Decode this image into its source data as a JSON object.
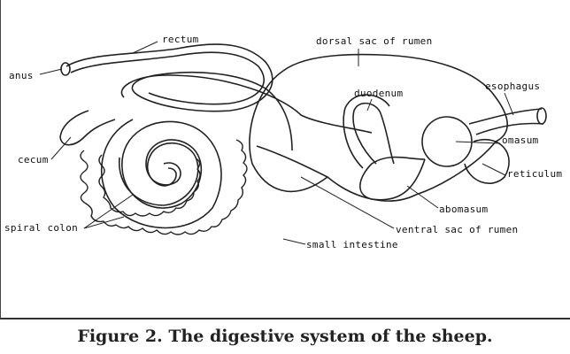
{
  "labels": {
    "rectum": "rectum",
    "anus": "anus",
    "dorsal_sac": "dorsal sac of rumen",
    "duodenum": "duodenum",
    "esophagus": "esophagus",
    "omasum": "omasum",
    "cecum": "cecum",
    "reticulum": "reticulum",
    "abomasum": "abomasum",
    "spiral_colon": "spiral colon",
    "ventral_sac": "ventral sac of rumen",
    "small_intestine": "small intestine"
  },
  "caption": "Figure 2.  The digestive system of the sheep."
}
